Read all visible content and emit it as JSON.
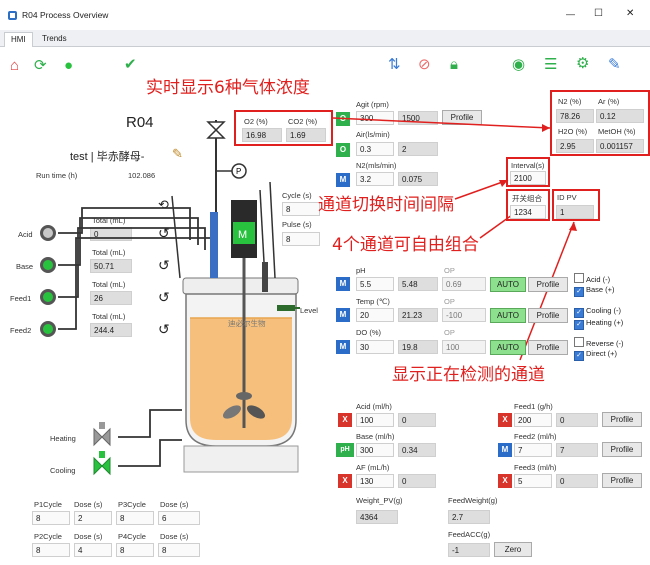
{
  "window": {
    "title": "R04 Process Overview",
    "minimize": "—",
    "maximize": "☐",
    "close": "✕"
  },
  "tabs": [
    {
      "label": "HMI"
    },
    {
      "label": "Trends"
    }
  ],
  "reactor": {
    "name": "R04",
    "subtitle": "test | 毕赤酵母-",
    "runtime_label": "Run time (h)",
    "runtime_value": "102.086",
    "level_label": "Level",
    "motor_label": "M",
    "brand": "迪必尔生物"
  },
  "gas": {
    "o2_header": "O2 (%)",
    "co2_header": "CO2 (%)",
    "o2": "16.98",
    "co2": "1.69",
    "n2_header": "N2 (%)",
    "ar_header": "Ar (%)",
    "n2": "78.26",
    "ar": "0.12",
    "h2o_header": "H2O (%)",
    "meoh_header": "MetOH (%)",
    "h2o": "2.95",
    "meoh": "0.001157"
  },
  "agit": {
    "label": "Agit (rpm)",
    "sp": "300",
    "pv": "1500",
    "profile": "Profile"
  },
  "air": {
    "label": "Air(ls/min)",
    "sp": "0.3",
    "pv": "2",
    "mode": "O"
  },
  "n2flow": {
    "label": "N2(mls/min)",
    "sp": "3.2",
    "pv": "0.075",
    "mode": "M"
  },
  "interval": {
    "label": "Interval(s)",
    "value": "2100"
  },
  "channel": {
    "combo_label": "开关组合",
    "combo_value": "1234",
    "id_label": "ID PV",
    "id_value": "1"
  },
  "cycle": {
    "cycle_label": "Cycle (s)",
    "cycle_value": "8",
    "pulse_label": "Pulse (s)",
    "pulse_value": "8"
  },
  "pumps": [
    {
      "name": "Acid",
      "total_label": "Total (mL)",
      "total": "0"
    },
    {
      "name": "Base",
      "total_label": "Total (mL)",
      "total": "50.71"
    },
    {
      "name": "Feed1",
      "total_label": "Total (mL)",
      "total": "26"
    },
    {
      "name": "Feed2",
      "total_label": "Total (mL)",
      "total": "244.4"
    }
  ],
  "loops": [
    {
      "label": "pH",
      "mode": "M",
      "sp": "5.5",
      "pv": "5.48",
      "op": "0.69",
      "op_label": "OP",
      "auto": "AUTO",
      "profile": "Profile"
    },
    {
      "label": "Temp (℃)",
      "mode": "M",
      "sp": "20",
      "pv": "21.23",
      "op": "-100",
      "op_label": "OP",
      "auto": "AUTO",
      "profile": "Profile"
    },
    {
      "label": "DO (%)",
      "mode": "M",
      "sp": "30",
      "pv": "19.8",
      "op": "100",
      "op_label": "OP",
      "auto": "AUTO",
      "profile": "Profile"
    }
  ],
  "checks": [
    {
      "label": "Acid (-)",
      "on": false
    },
    {
      "label": "Base (+)",
      "on": true
    },
    {
      "label": "Cooling (-)",
      "on": true
    },
    {
      "label": "Heating (+)",
      "on": true
    },
    {
      "label": "Reverse (-)",
      "on": false
    },
    {
      "label": "Direct (+)",
      "on": true
    }
  ],
  "flows_left": [
    {
      "label": "Acid (ml/h)",
      "mode": "X",
      "sp": "100",
      "pv": "0"
    },
    {
      "label": "Base (ml/h)",
      "mode": "pH",
      "sp": "300",
      "pv": "0.34"
    },
    {
      "label": "AF (mL/h)",
      "mode": "X",
      "sp": "130",
      "pv": "0"
    }
  ],
  "flows_right": [
    {
      "label": "Feed1 (g/h)",
      "mode": "X",
      "sp": "200",
      "pv": "0",
      "profile": "Profile"
    },
    {
      "label": "Feed2 (ml/h)",
      "mode": "M",
      "sp": "7",
      "pv": "7",
      "profile": "Profile"
    },
    {
      "label": "Feed3 (ml/h)",
      "mode": "X",
      "sp": "5",
      "pv": "0",
      "profile": "Profile"
    }
  ],
  "weight": {
    "label": "Weight_PV(g)",
    "value": "4364",
    "feed_label": "FeedWeight(g)",
    "feed_value": "2.7",
    "acc_label": "FeedACC(g)",
    "acc_value": "-1",
    "zero": "Zero"
  },
  "valves": {
    "heating": "Heating",
    "cooling": "Cooling"
  },
  "cycles": [
    {
      "cycle_label": "P1Cycle",
      "dose_label": "Dose (s)",
      "cycle": "8",
      "dose": "2"
    },
    {
      "cycle_label": "P3Cycle",
      "dose_label": "Dose (s)",
      "cycle": "8",
      "dose": "6"
    },
    {
      "cycle_label": "P2Cycle",
      "dose_label": "Dose (s)",
      "cycle": "8",
      "dose": "4"
    },
    {
      "cycle_label": "P4Cycle",
      "dose_label": "Dose (s)",
      "cycle": "8",
      "dose": "8"
    }
  ],
  "annotations": {
    "gas_realtime": "实时显示6种气体浓度",
    "switch_interval": "通道切换时间间隔",
    "channel_combo": "4个通道可自由组合",
    "current_channel": "显示正在检测的通道"
  },
  "colors": {
    "annotation": "#e0201e",
    "manual": "#2c6cc9",
    "stop": "#d9342b",
    "auto": "#8de08d",
    "pump_on": "#29c23f"
  }
}
